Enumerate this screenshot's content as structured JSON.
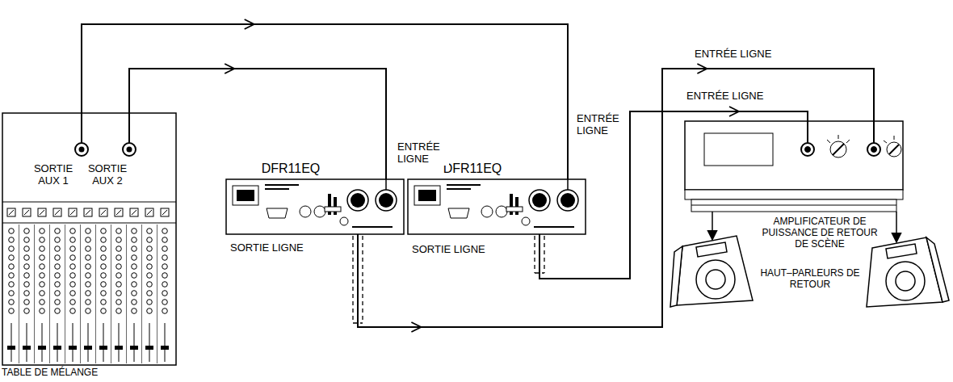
{
  "diagram": {
    "nodes": [
      {
        "text": [
          "SORTIE AUX 1",
          "SORTIE AUX 2",
          "TABLE DE MÉLANGE"
        ]
      },
      {
        "text": [
          "DFR11EQ",
          "SORTIE LIGNE"
        ]
      },
      {
        "text": [
          "DFR11EQ",
          "SORTIE LIGNE"
        ]
      },
      {
        "text": [
          "AMPLIFICATEUR DE PUISSANCE DE RETOUR DE SCÈNE"
        ]
      }
    ],
    "edges": [
      {
        "from": 0,
        "to": 1,
        "arrow": "to",
        "label": "ENTRÉE LIGNE"
      },
      {
        "from": 0,
        "to": 2,
        "arrow": "to",
        "label": "ENTRÉE LIGNE"
      },
      {
        "from": 1,
        "to": 3,
        "arrow": "to",
        "label": "ENTRÉE LIGNE"
      },
      {
        "from": 2,
        "to": 3,
        "arrow": "to",
        "label": "ENTRÉE LIGNE"
      }
    ],
    "labels": [
      "HAUT–PARLEURS DE RETOUR"
    ]
  }
}
